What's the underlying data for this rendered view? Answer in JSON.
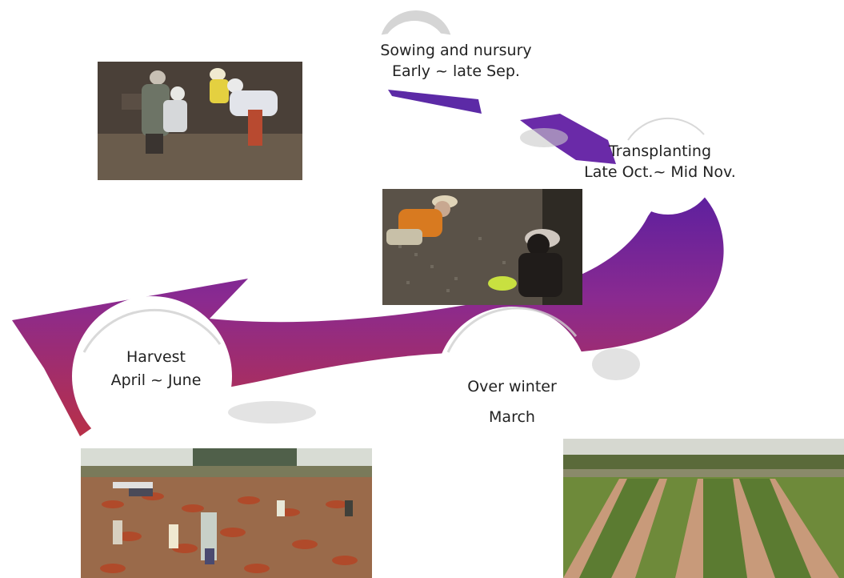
{
  "stages": {
    "sowing": {
      "name": "Sowing and nursury",
      "period": "Early ~ late Sep."
    },
    "transplanting": {
      "name": "Transplanting",
      "period": "Late Oct.~ Mid Nov."
    },
    "overwinter": {
      "name": "Over winter",
      "period": "March"
    },
    "harvest": {
      "name": "Harvest",
      "period": "April ~ June"
    }
  },
  "colors": {
    "arrow_top": "#6a2aa0",
    "arrow_mid": "#8a2a8a",
    "arrow_bottom": "#b0304a",
    "shadow": "#c8c8c8"
  },
  "photos": [
    {
      "id": "sowing-photo",
      "icon": "field-workers-sowing"
    },
    {
      "id": "transplanting-photo",
      "icon": "workers-planting-seedlings"
    },
    {
      "id": "harvest-photo",
      "icon": "onion-harvest-field"
    },
    {
      "id": "overwinter-photo",
      "icon": "green-crop-rows"
    }
  ]
}
